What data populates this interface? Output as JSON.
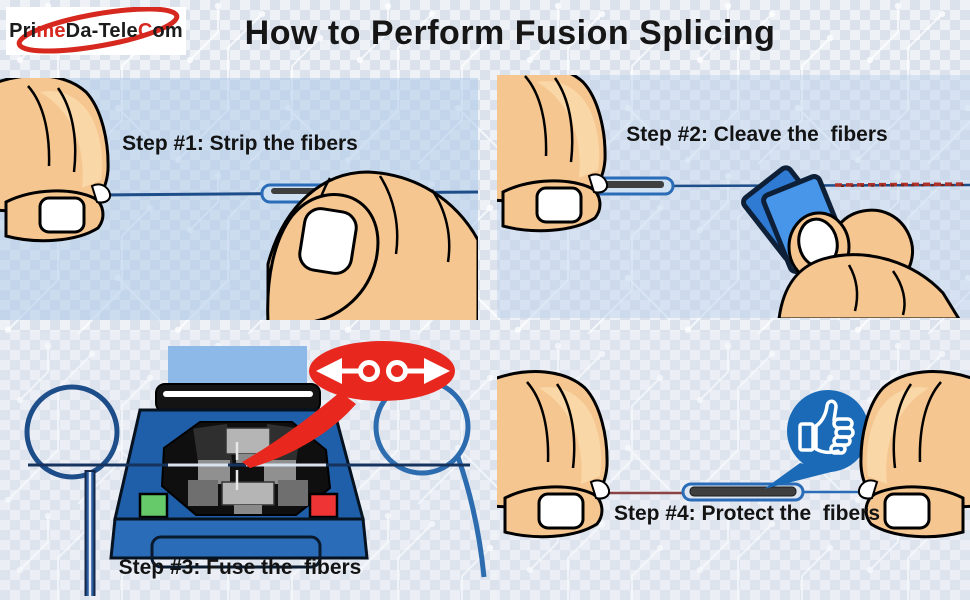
{
  "logo": {
    "segments": [
      {
        "text": "Pri",
        "color": "#1b1b1b"
      },
      {
        "text": "me",
        "color": "#d6281e"
      },
      {
        "text": "Da-Tele",
        "color": "#1b1b1b"
      },
      {
        "text": "C",
        "color": "#d6281e"
      },
      {
        "text": "om",
        "color": "#1b1b1b"
      }
    ]
  },
  "title": "How to Perform Fusion Splicing",
  "steps": [
    {
      "label": "Step #1: Strip the fibers"
    },
    {
      "label": "Step #2: Cleave the  fibers"
    },
    {
      "label": "Step #3: Fuse the  fibers"
    },
    {
      "label": "Step #4: Protect the  fibers"
    }
  ],
  "icons": {
    "splice_alignment": "left-right-arrows",
    "approval": "thumbs-up"
  },
  "colors": {
    "accent_red": "#e8281e",
    "bubble_blue": "#1a6ab8",
    "fiber_blue": "#1d4e8a",
    "machine_blue": "#1f5ea8",
    "machine_front_blue": "#2a6cb8",
    "cleaver_blue": "#4796ea",
    "skin": "#f6c690",
    "button_green": "#66c96a",
    "button_red": "#ee3434",
    "logo_red": "#d6281e",
    "text_black": "#131313"
  }
}
